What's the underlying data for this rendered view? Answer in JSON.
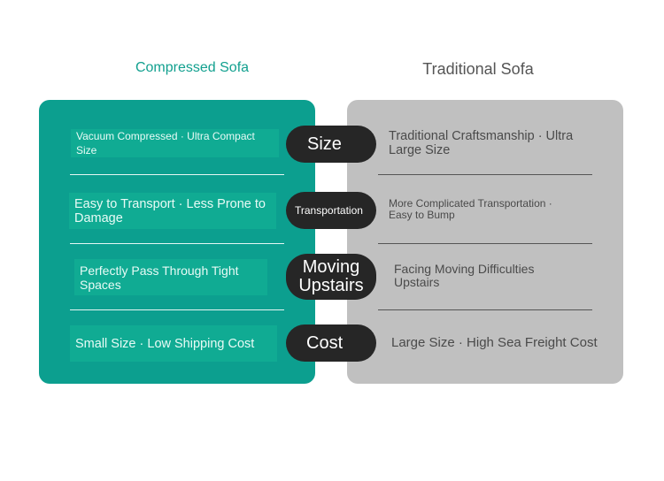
{
  "titles": {
    "left": "Compressed Sofa",
    "right": "Traditional Sofa"
  },
  "rows": [
    {
      "category": "Size",
      "compressed": "Vacuum Compressed · Ultra Compact Size",
      "traditional": "Traditional Craftsmanship · Ultra Large Size"
    },
    {
      "category": "Transportation",
      "compressed": "Easy to Transport · Less Prone to Damage",
      "traditional": "More Complicated Transportation · Easy to Bump"
    },
    {
      "category": "Moving Upstairs",
      "compressed": "Perfectly Pass Through Tight Spaces",
      "traditional": "Facing Moving Difficulties Upstairs"
    },
    {
      "category": "Cost",
      "compressed": "Small Size · Low Shipping Cost",
      "traditional": "Large Size · High Sea Freight Cost"
    }
  ],
  "colors": {
    "compressed": "#0c9f8f",
    "traditional": "#c0c0c0",
    "pill": "#262626"
  }
}
